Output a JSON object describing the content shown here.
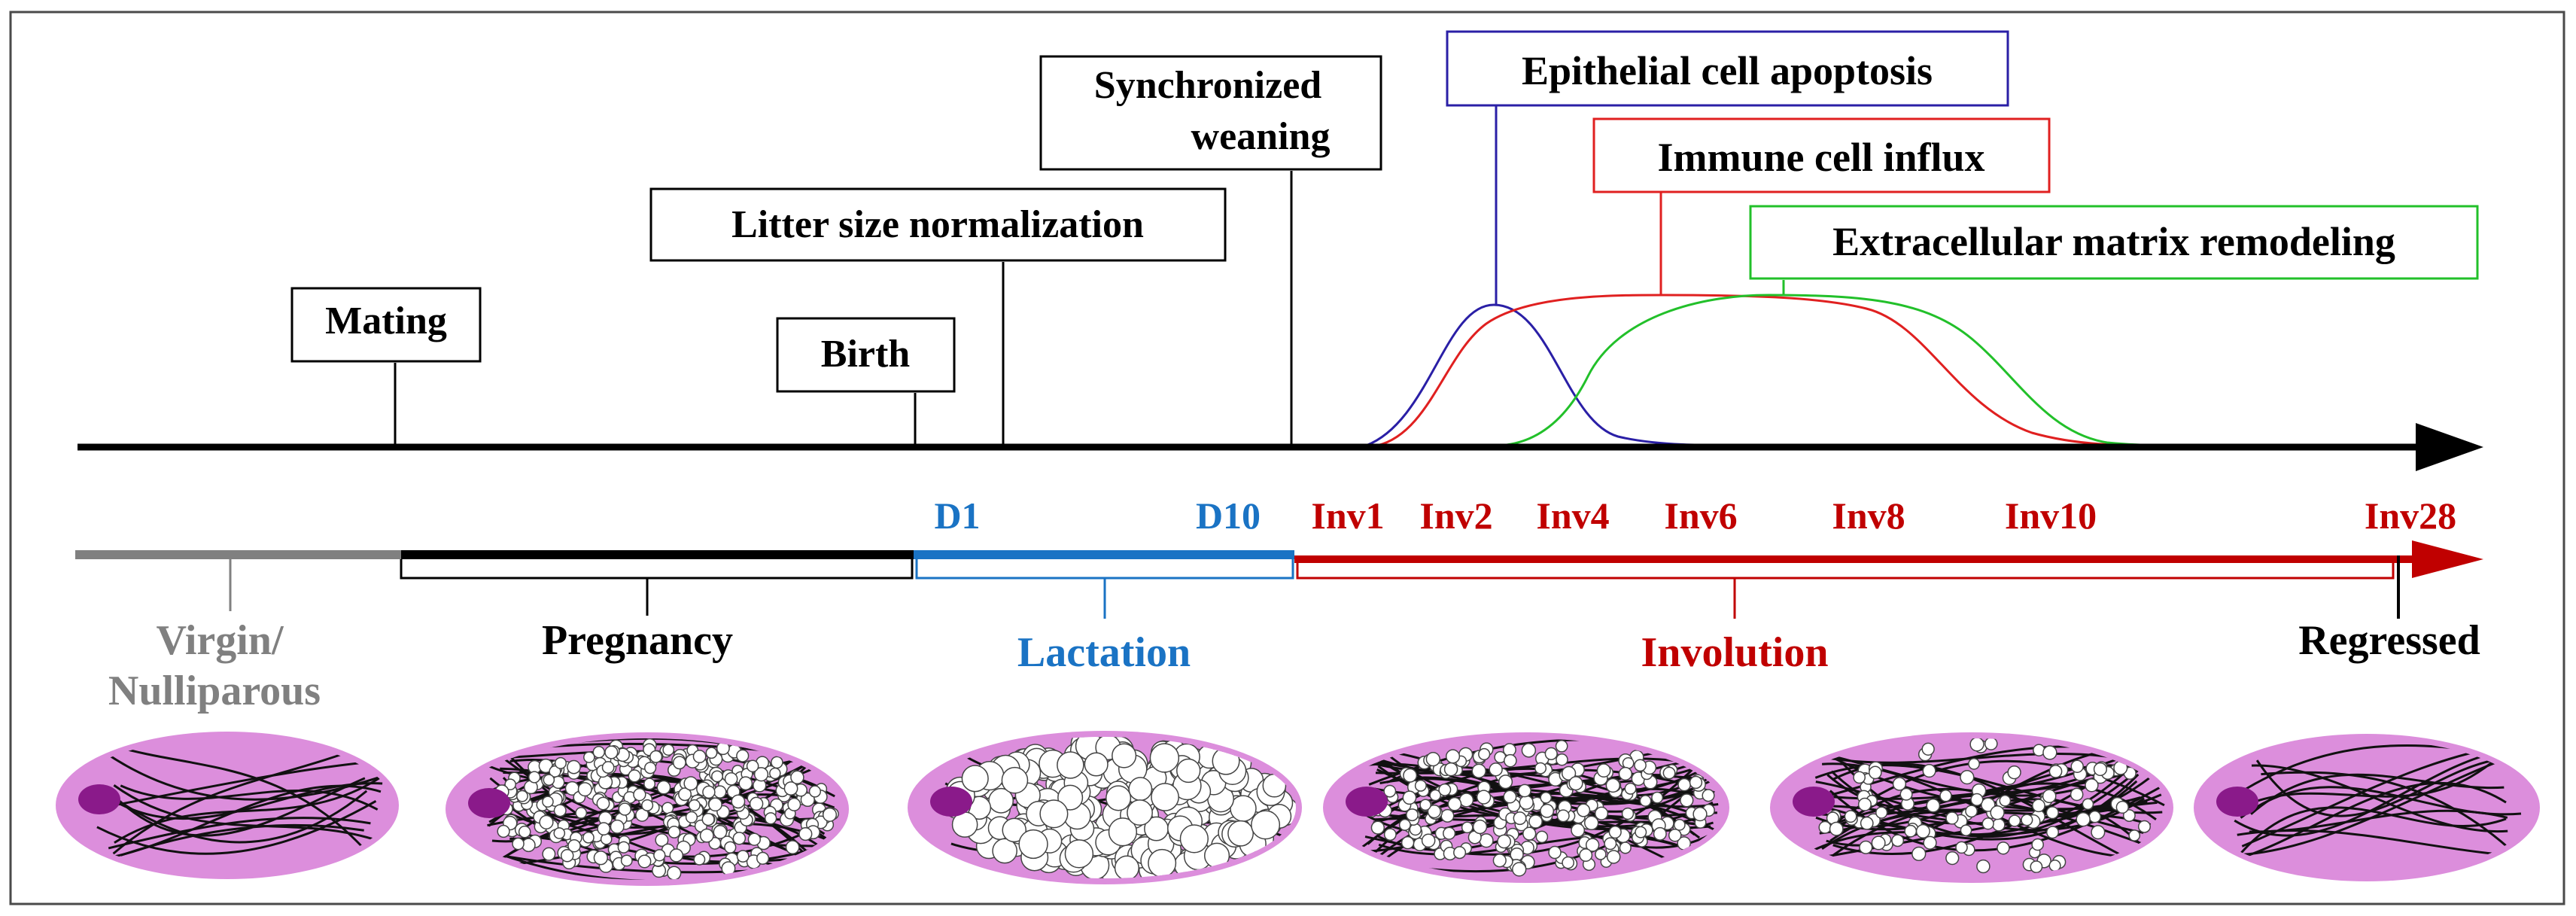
{
  "events": {
    "mating": "Mating",
    "birth": "Birth",
    "litter_normalization": "Litter size normalization",
    "weaning_line1": "Synchronized",
    "weaning_line2": "weaning"
  },
  "processes": {
    "apoptosis": "Epithelial cell apoptosis",
    "immune": "Immune cell influx",
    "ecm": "Extracellular matrix remodeling"
  },
  "timepoints": {
    "d1": "D1",
    "d10": "D10",
    "inv1": "Inv1",
    "inv2": "Inv2",
    "inv4": "Inv4",
    "inv6": "Inv6",
    "inv8": "Inv8",
    "inv10": "Inv10",
    "inv28": "Inv28"
  },
  "stages": {
    "virgin_line1": "Virgin/",
    "virgin_line2": "Nulliparous",
    "pregnancy": "Pregnancy",
    "lactation": "Lactation",
    "involution": "Involution",
    "regressed": "Regressed"
  },
  "colors": {
    "apoptosis": "#2a1fa6",
    "immune": "#e02020",
    "ecm": "#22c02a",
    "lactation": "#1a73c4",
    "involution": "#c00000",
    "virgin": "#808080",
    "gland": "#dc8edc",
    "lymph_node": "#8a1a8a"
  }
}
